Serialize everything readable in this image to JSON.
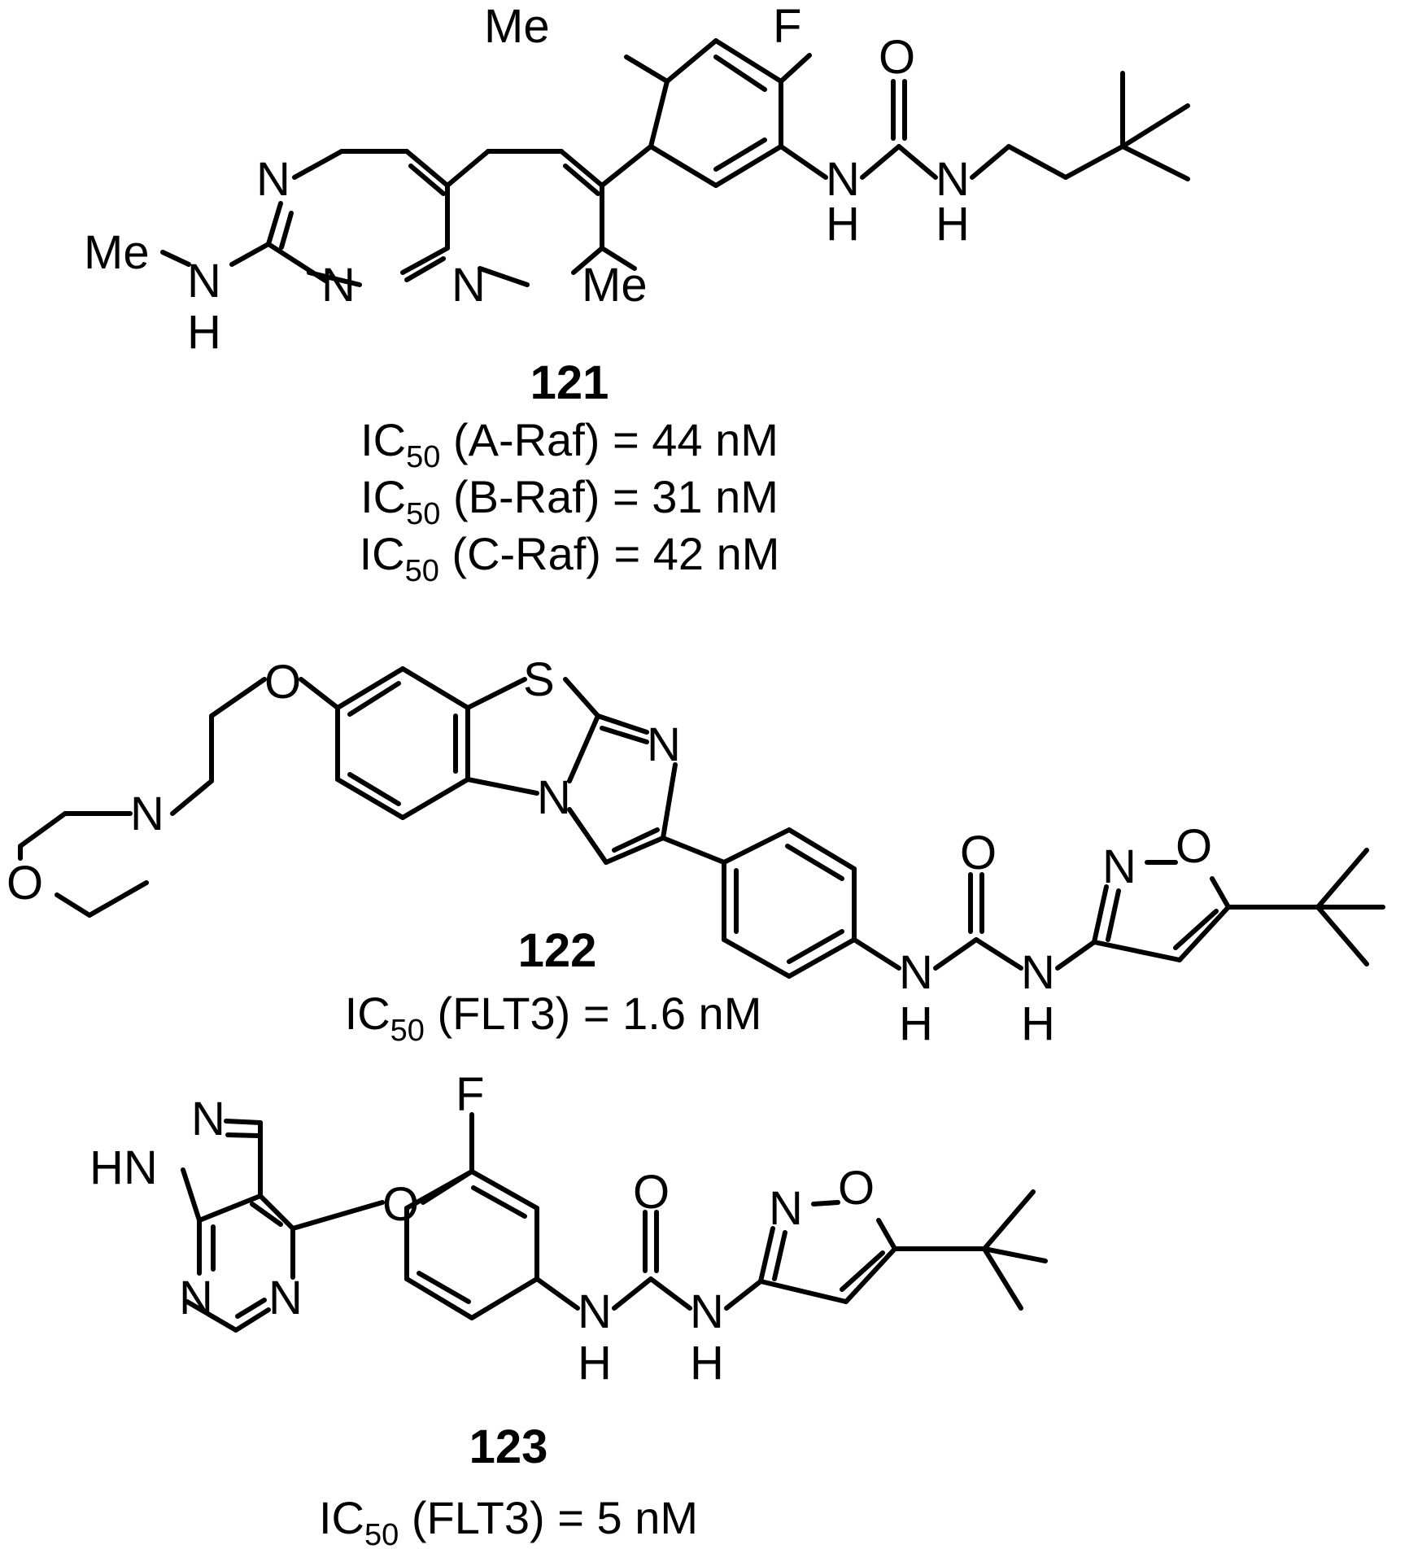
{
  "atoms": {
    "me": "Me",
    "f": "F",
    "o": "O",
    "n": "N",
    "h": "H",
    "s": "S",
    "hn": "HN"
  },
  "compounds": [
    {
      "id": "121",
      "activities": [
        {
          "prefix": "IC",
          "sub": "50",
          "text": " (A-Raf) = 44 nM"
        },
        {
          "prefix": "IC",
          "sub": "50",
          "text": " (B-Raf) = 31 nM"
        },
        {
          "prefix": "IC",
          "sub": "50",
          "text": " (C-Raf) = 42 nM"
        }
      ]
    },
    {
      "id": "122",
      "activities": [
        {
          "prefix": "IC",
          "sub": "50",
          "text": " (FLT3) = 1.6 nM"
        }
      ]
    },
    {
      "id": "123",
      "activities": [
        {
          "prefix": "IC",
          "sub": "50",
          "text": " (FLT3) = 5 nM"
        }
      ]
    }
  ]
}
